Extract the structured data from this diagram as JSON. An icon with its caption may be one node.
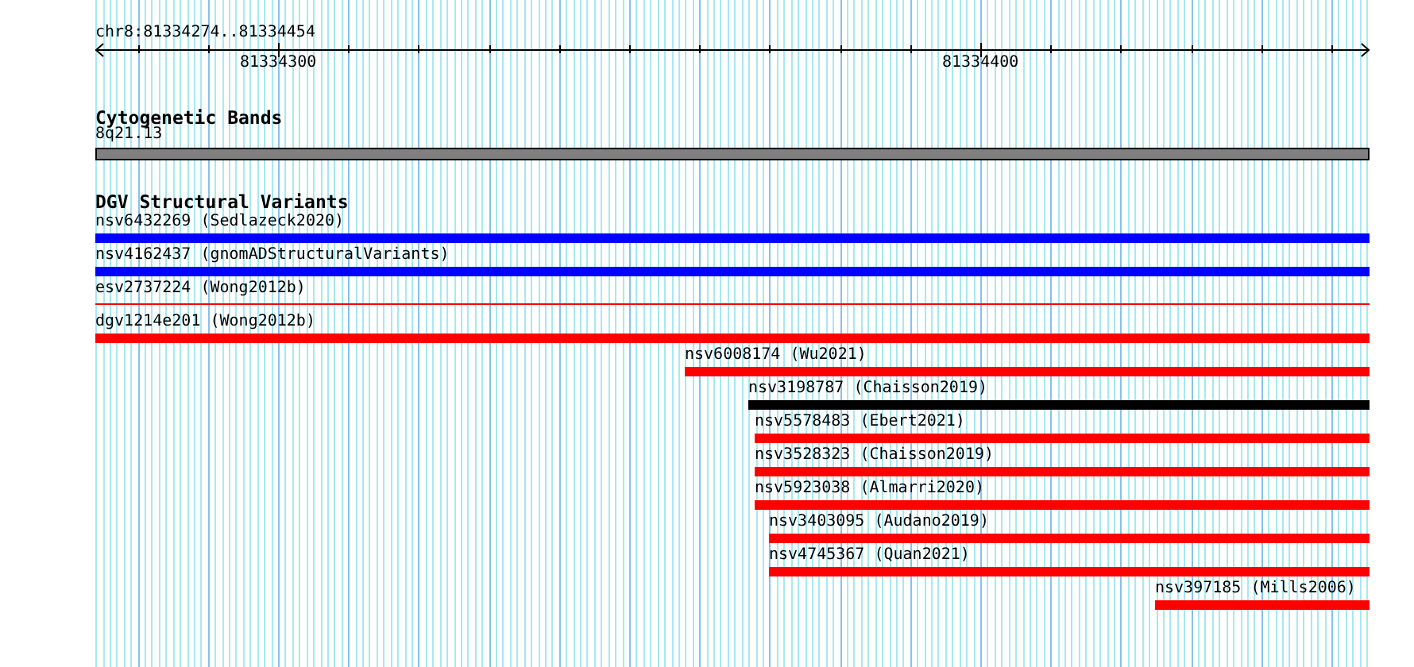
{
  "diagram": {
    "nodes": [
      {
        "text": [
          "8q21.13"
        ]
      },
      {
        "text": [
          "nsv6432269 (Sedlazeck2020)"
        ]
      },
      {
        "text": [
          "nsv4162437 (gnomADStructuralVariants)"
        ]
      },
      {
        "text": [
          "esv2737224 (Wong2012b)"
        ]
      },
      {
        "text": [
          "dgv1214e201 (Wong2012b)"
        ]
      },
      {
        "text": [
          "nsv6008174 (Wu2021)"
        ]
      },
      {
        "text": [
          "nsv3198787 (Chaisson2019)"
        ]
      },
      {
        "text": [
          "nsv5578483 (Ebert2021)"
        ]
      },
      {
        "text": [
          "nsv3528323 (Chaisson2019)"
        ]
      },
      {
        "text": [
          "nsv5923038 (Almarri2020)"
        ]
      },
      {
        "text": [
          "nsv3403095 (Audano2019)"
        ]
      },
      {
        "text": [
          "nsv4745367 (Quan2021)"
        ]
      },
      {
        "text": [
          "nsv397185 (Mills2006)"
        ]
      }
    ],
    "edges": [],
    "labels": [
      "chr8:81334274..81334454",
      "81334300",
      "81334400",
      "Cytogenetic Bands",
      "DGV Structural Variants"
    ]
  }
}
